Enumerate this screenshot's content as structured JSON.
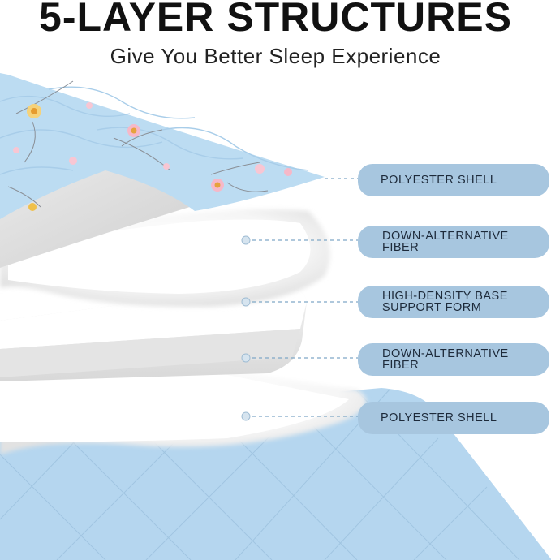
{
  "heading": {
    "title": "5-LAYER STRUCTURES",
    "subtitle": "Give You Better Sleep Experience"
  },
  "layers": [
    {
      "label": "POLYESTER SHELL"
    },
    {
      "label": "DOWN-ALTERNATIVE\nFIBER"
    },
    {
      "label": "HIGH-DENSITY BASE\nSUPPORT FORM"
    },
    {
      "label": "DOWN-ALTERNATIVE\nFIBER"
    },
    {
      "label": "POLYESTER SHELL"
    }
  ],
  "colors": {
    "label_bg": "#a7c6df",
    "top_shell": "#bcdcf2",
    "bottom_shell": "#b5d6ef",
    "connector": "#7fa8c6"
  }
}
